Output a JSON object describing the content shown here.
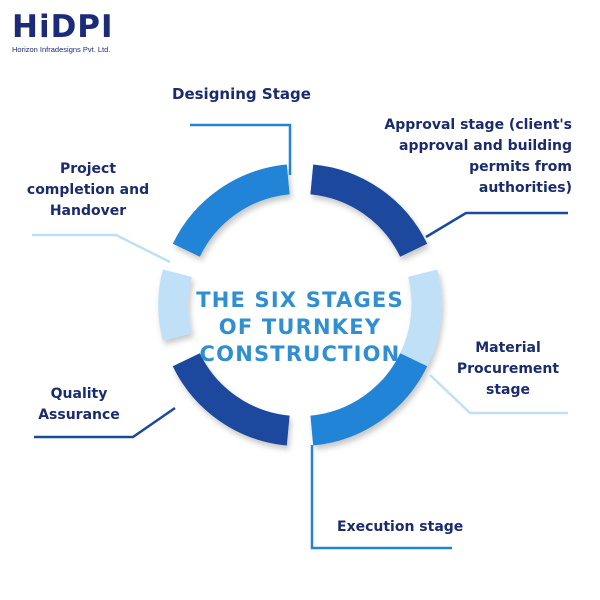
{
  "logo": {
    "wordmark": "HiDPI",
    "company": "Horizon Infradesigns Pvt. Ltd."
  },
  "center_title": {
    "line1": "THE SIX STAGES",
    "line2": "OF TURNKEY",
    "line3": "CONSTRUCTION"
  },
  "stages": {
    "designing": "Designing Stage",
    "approval": "Approval stage (client's approval and building permits from authorities)",
    "material": "Material Procurement stage",
    "execution": "Execution stage",
    "quality": "Quality Assurance",
    "completion": "Project completion and Handover"
  },
  "colors": {
    "dark_blue": "#1a4a9e",
    "mid_blue": "#2284d6",
    "light_blue": "#bfe0f7",
    "text": "#1a2b6e"
  }
}
